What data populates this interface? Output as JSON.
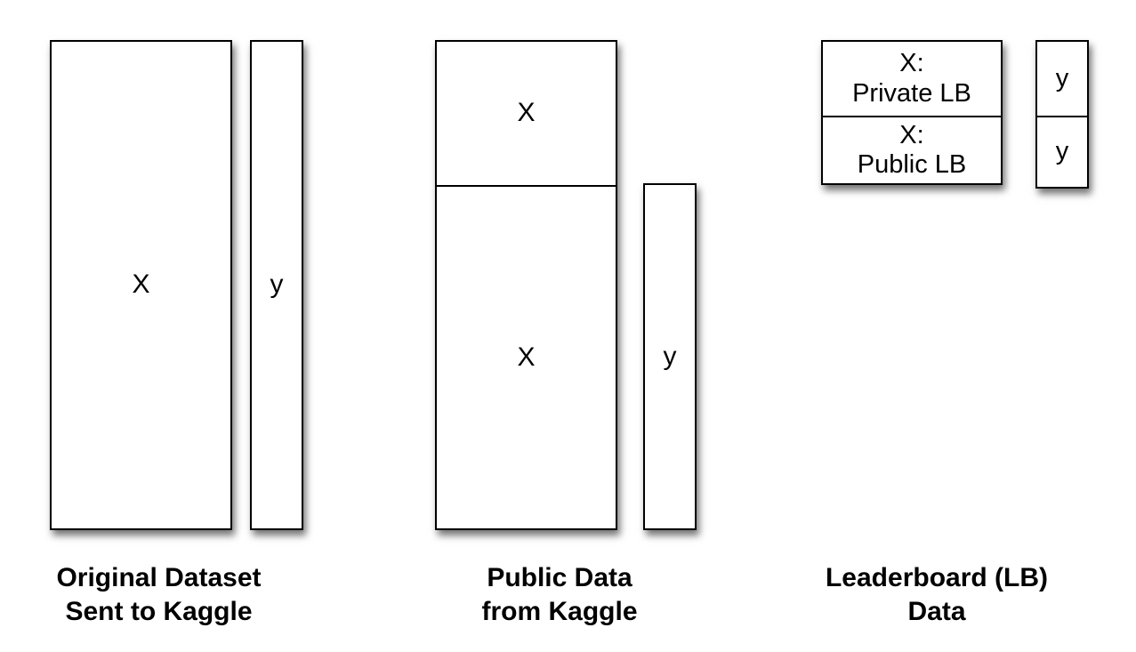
{
  "original": {
    "x_label": "X",
    "y_label": "y",
    "caption": "Original Dataset\nSent to Kaggle"
  },
  "public": {
    "x_top_label": "X",
    "x_bottom_label": "X",
    "y_label": "y",
    "caption": "Public Data\nfrom Kaggle"
  },
  "leaderboard": {
    "x_private_label": "X:\nPrivate LB",
    "x_public_label": "X:\nPublic LB",
    "y_private_label": "y",
    "y_public_label": "y",
    "caption": "Leaderboard (LB)\nData"
  }
}
